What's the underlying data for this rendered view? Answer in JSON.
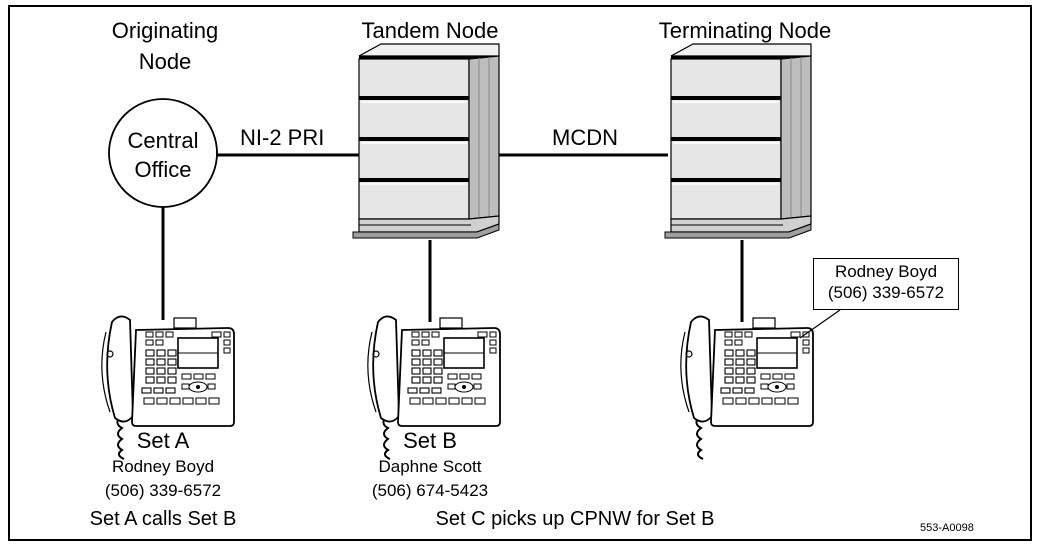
{
  "nodes": {
    "originating": {
      "title_line1": "Originating",
      "title_line2": "Node",
      "circle_line1": "Central",
      "circle_line2": "Office"
    },
    "tandem": {
      "title": "Tandem Node"
    },
    "terminating": {
      "title": "Terminating Node"
    }
  },
  "links": {
    "co_to_tandem": "NI-2 PRI",
    "tandem_to_terminating": "MCDN"
  },
  "sets": {
    "a": {
      "name": "Set A",
      "owner": "Rodney Boyd",
      "number": "(506) 339-6572",
      "caption": "Set A calls Set B"
    },
    "b": {
      "name": "Set B",
      "owner": "Daphne Scott",
      "number": "(506) 674-5423"
    },
    "c": {
      "display_name": "Rodney Boyd",
      "display_number": "(506) 339-6572"
    }
  },
  "footer": {
    "caption": "Set C picks up CPNW for Set B",
    "figure_id": "553-A0098"
  },
  "colors": {
    "line": "#000000",
    "switch_light": "#e8e8e8",
    "switch_mid": "#c8c8c8",
    "switch_dark": "#9a9a9a"
  }
}
